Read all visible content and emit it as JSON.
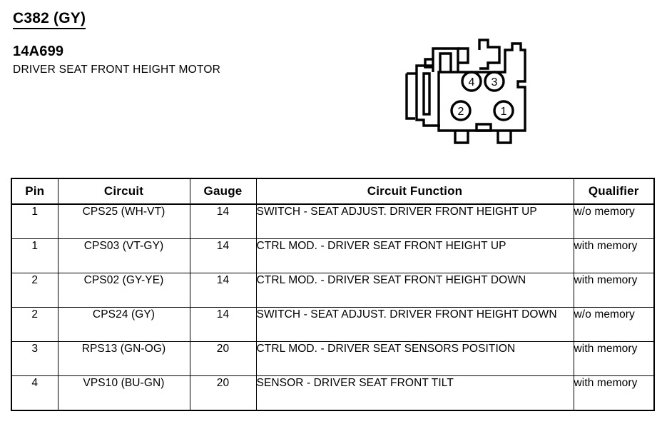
{
  "header": {
    "connector_id": "C382 (GY)",
    "part_number": "14A699",
    "component_name": "DRIVER SEAT FRONT HEIGHT MOTOR"
  },
  "connector": {
    "name": "connector-face-diagram",
    "pin_labels": [
      "4",
      "3",
      "2",
      "1"
    ]
  },
  "table": {
    "columns": [
      "Pin",
      "Circuit",
      "Gauge",
      "Circuit Function",
      "Qualifier"
    ],
    "rows": [
      {
        "pin": "1",
        "circuit": "CPS25 (WH-VT)",
        "gauge": "14",
        "function": "SWITCH - SEAT ADJUST. DRIVER FRONT HEIGHT UP",
        "qualifier": "w/o memory"
      },
      {
        "pin": "1",
        "circuit": "CPS03 (VT-GY)",
        "gauge": "14",
        "function": "CTRL MOD. - DRIVER SEAT FRONT HEIGHT UP",
        "qualifier": "with memory"
      },
      {
        "pin": "2",
        "circuit": "CPS02 (GY-YE)",
        "gauge": "14",
        "function": "CTRL MOD. - DRIVER SEAT FRONT HEIGHT DOWN",
        "qualifier": "with memory"
      },
      {
        "pin": "2",
        "circuit": "CPS24 (GY)",
        "gauge": "14",
        "function": "SWITCH - SEAT ADJUST. DRIVER FRONT HEIGHT DOWN",
        "qualifier": "w/o memory"
      },
      {
        "pin": "3",
        "circuit": "RPS13 (GN-OG)",
        "gauge": "20",
        "function": "CTRL MOD. - DRIVER SEAT SENSORS POSITION",
        "qualifier": "with memory"
      },
      {
        "pin": "4",
        "circuit": "VPS10 (BU-GN)",
        "gauge": "20",
        "function": "SENSOR - DRIVER SEAT FRONT TILT",
        "qualifier": "with memory"
      }
    ]
  },
  "colors": {
    "ink": "#000000",
    "paper": "#ffffff"
  }
}
